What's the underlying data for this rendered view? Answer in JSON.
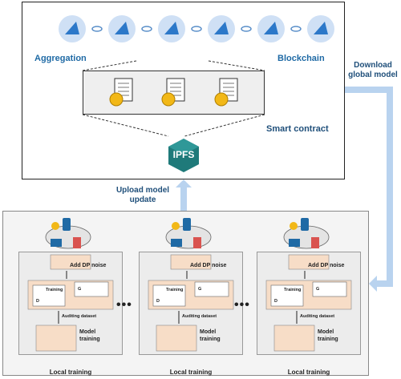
{
  "top": {
    "aggregation": "Aggregation",
    "blockchain": "Blockchain",
    "smart_contract": "Smart contract",
    "ipfs": "IPFS"
  },
  "arrows": {
    "upload": "Upload model update",
    "download": "Download global model"
  },
  "client_labels": {
    "add_dp_noise": "Add DP noise",
    "training": "Training",
    "auditing_dataset": "Auditing dataset",
    "model_training": "Model training",
    "g": "G",
    "d": "D",
    "local_training": "Local training"
  },
  "ellipsis": "•••",
  "colors": {
    "blue": "#1f6aa5",
    "arrow": "#b9d3ef",
    "coin": "#f2b817",
    "hex": "#1f7a7a"
  }
}
